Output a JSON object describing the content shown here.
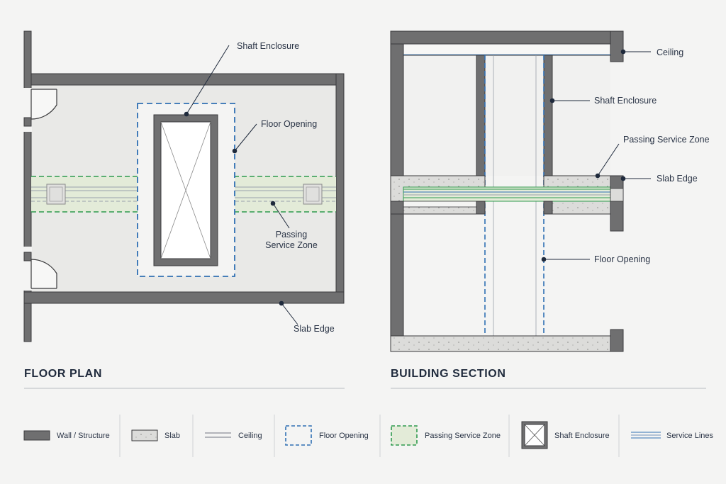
{
  "titles": {
    "floor_plan": "FLOOR PLAN",
    "building_section": "BUILDING SECTION"
  },
  "floor_plan_labels": {
    "shaft_enclosure": "Shaft Enclosure",
    "floor_opening": "Floor Opening",
    "passing_service_zone_1": "Passing",
    "passing_service_zone_2": "Service Zone",
    "slab_edge": "Slab Edge"
  },
  "section_labels": {
    "ceiling": "Ceiling",
    "shaft_enclosure": "Shaft Enclosure",
    "passing_service_zone": "Passing Service Zone",
    "slab_edge": "Slab Edge",
    "floor_opening": "Floor Opening"
  },
  "legend": [
    {
      "key": "wall",
      "label": "Wall / Structure"
    },
    {
      "key": "slab",
      "label": "Slab"
    },
    {
      "key": "ceiling",
      "label": "Ceiling"
    },
    {
      "key": "floor_opening",
      "label": "Floor Opening"
    },
    {
      "key": "service_zone",
      "label": "Passing Service Zone"
    },
    {
      "key": "shaft",
      "label": "Shaft Enclosure"
    },
    {
      "key": "service_lines",
      "label": "Service Lines"
    }
  ],
  "colors": {
    "wall": "#6f6f70",
    "wall_stroke": "#3a3a3c",
    "slab": "#d9d9d7",
    "opening_blue": "#2f6fb3",
    "zone_green": "#2e9a4e",
    "zone_fill": "#e6eedc",
    "background": "#f4f4f3",
    "floor_fill": "#e9e9e7"
  }
}
